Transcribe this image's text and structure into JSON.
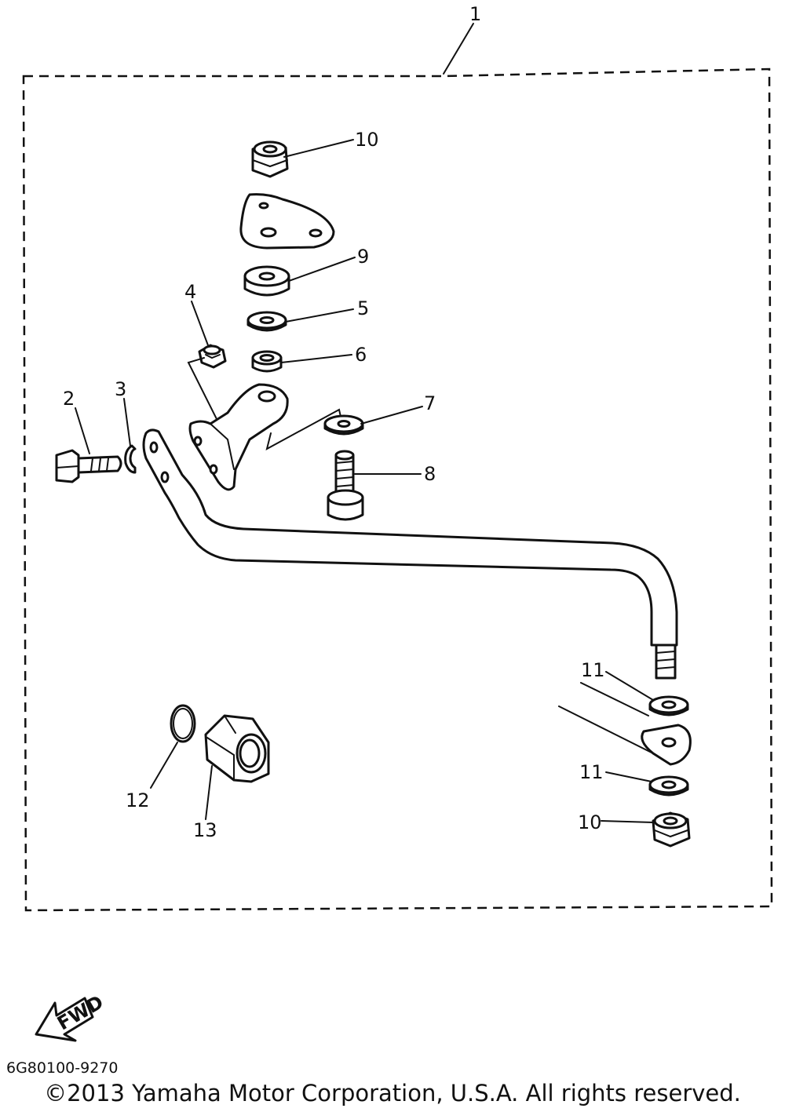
{
  "diagram": {
    "callouts": [
      "1",
      "2",
      "3",
      "4",
      "5",
      "6",
      "7",
      "8",
      "9",
      "10",
      "11",
      "11",
      "10",
      "12",
      "13"
    ],
    "fwd_label": "FWD",
    "part_code": "6G80100-9270",
    "copyright": "©2013 Yamaha Motor Corporation, U.S.A. All rights reserved."
  }
}
